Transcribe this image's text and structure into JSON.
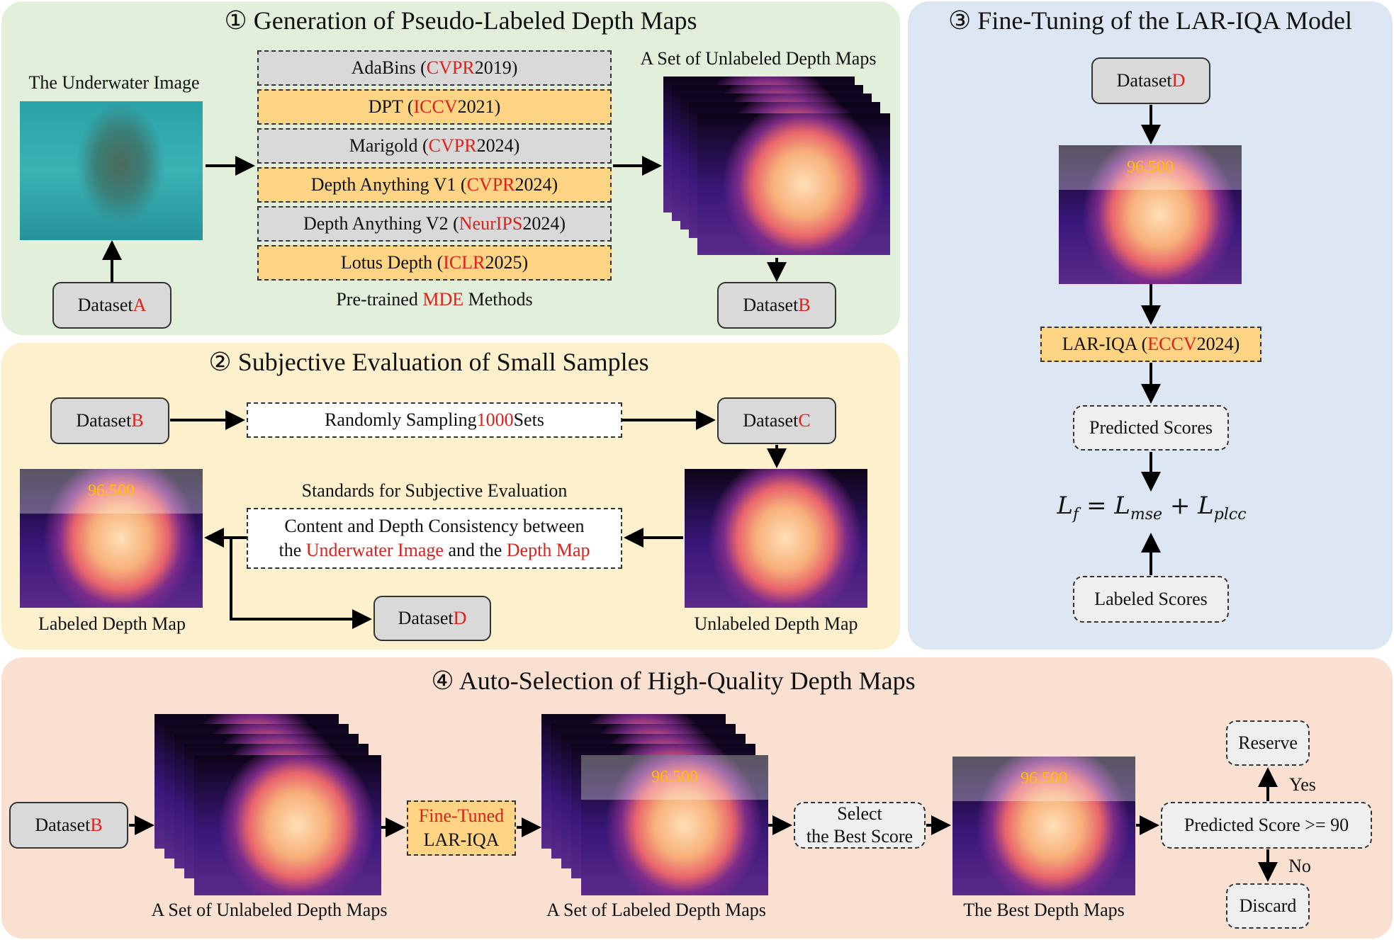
{
  "panel1": {
    "num": "①",
    "title": "Generation of Pseudo-Labeled Depth Maps",
    "underwater_label": "The Underwater Image",
    "dataset_a": {
      "prefix": "Dataset ",
      "letter": "A"
    },
    "methods": [
      {
        "name": "AdaBins (",
        "venue": "CVPR",
        "year": " 2019)",
        "style": "gray"
      },
      {
        "name": "DPT (",
        "venue": "ICCV",
        "year": " 2021)",
        "style": "orange"
      },
      {
        "name": "Marigold (",
        "venue": "CVPR",
        "year": " 2024)",
        "style": "gray"
      },
      {
        "name": "Depth Anything V1 (",
        "venue": "CVPR",
        "year": " 2024)",
        "style": "orange"
      },
      {
        "name": "Depth Anything V2 (",
        "venue": "NeurIPS",
        "year": " 2024)",
        "style": "gray"
      },
      {
        "name": "Lotus Depth (",
        "venue": "ICLR",
        "year": " 2025)",
        "style": "orange"
      }
    ],
    "methods_caption": {
      "pre": "Pre-trained ",
      "red": "MDE",
      "post": " Methods"
    },
    "set_label": "A Set of Unlabeled Depth Maps",
    "dataset_b": {
      "prefix": "Dataset ",
      "letter": "B"
    }
  },
  "panel2": {
    "num": "②",
    "title": "Subjective Evaluation of Small Samples",
    "dataset_b": {
      "prefix": "Dataset ",
      "letter": "B"
    },
    "sampling": {
      "pre": "Randomly Sampling ",
      "red": "1000",
      "post": " Sets"
    },
    "dataset_c": {
      "prefix": "Dataset ",
      "letter": "C"
    },
    "standards_title": "Standards for Subjective Evaluation",
    "standards_line1": "Content and Depth Consistency between",
    "standards_line2": {
      "a": "the ",
      "b": "Underwater Image",
      "c": " and the ",
      "d": "Depth Map"
    },
    "labeled_score": "96.500",
    "labeled_label": "Labeled Depth Map",
    "unlabeled_label": "Unlabeled Depth Map",
    "dataset_d": {
      "prefix": "Dataset ",
      "letter": "D"
    }
  },
  "panel3": {
    "num": "③",
    "title": "Fine-Tuning of the LAR-IQA Model",
    "dataset_d": {
      "prefix": "Dataset ",
      "letter": "D"
    },
    "score": "96.500",
    "model": {
      "pre": "LAR-IQA (",
      "red": "ECCV",
      "post": " 2024)"
    },
    "predicted": "Predicted Scores",
    "formula": {
      "lhs": "L",
      "lhs_sub": "f",
      "eq": " = ",
      "t1": "L",
      "t1_sub": "mse",
      "plus": " + ",
      "t2": "L",
      "t2_sub": "plcc"
    },
    "labeled": "Labeled Scores"
  },
  "panel4": {
    "num": "④",
    "title": "Auto-Selection of High-Quality Depth Maps",
    "dataset_b": {
      "prefix": "Dataset ",
      "letter": "B"
    },
    "unlabeled_set": "A Set of Unlabeled Depth Maps",
    "finetuned_line1": "Fine-Tuned",
    "finetuned_line2": "LAR-IQA",
    "labeled_set": "A Set of Labeled Depth Maps",
    "labeled_score": "96.500",
    "select_line1": "Select",
    "select_line2": "the Best Score",
    "best_score": "96.500",
    "best_label": "The Best Depth Maps",
    "condition": "Predicted Score >= 90",
    "reserve": "Reserve",
    "yes": "Yes",
    "discard": "Discard",
    "no": "No"
  }
}
